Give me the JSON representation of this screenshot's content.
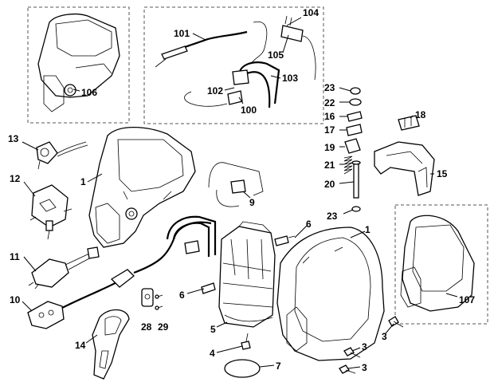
{
  "labels": {
    "l101": "101",
    "l104": "104",
    "l105": "105",
    "l103": "103",
    "l102": "102",
    "l100": "100",
    "l106": "106",
    "l23a": "23",
    "l22": "22",
    "l16": "16",
    "l17": "17",
    "l18": "18",
    "l19": "19",
    "l21": "21",
    "l20": "20",
    "l15": "15",
    "l23b": "23",
    "l13": "13",
    "l1a": "1",
    "l12": "12",
    "l9": "9",
    "l6a": "6",
    "l1b": "1",
    "l11": "11",
    "l10": "10",
    "l6b": "6",
    "l28": "28",
    "l29": "29",
    "l5": "5",
    "l107": "107",
    "l14": "14",
    "l4": "4",
    "l7": "7",
    "l3a": "3",
    "l3b": "3",
    "l3c": "3"
  }
}
